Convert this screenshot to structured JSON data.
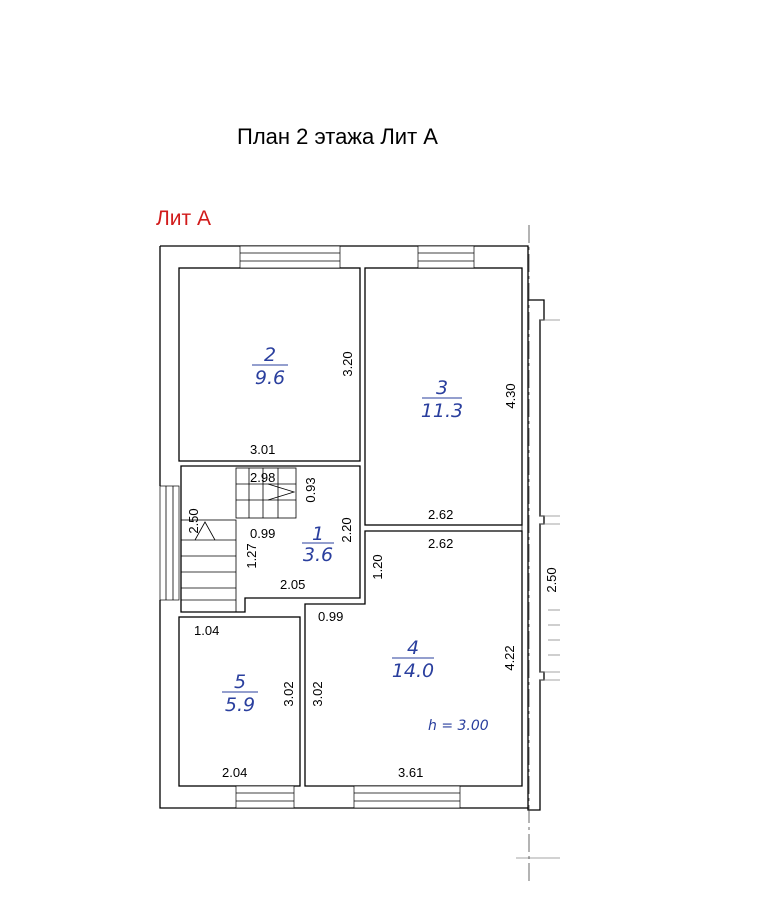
{
  "title": "План 2 этажа Лит А",
  "lit_label": "Лит А",
  "height_note": "h = 3.00",
  "rooms": [
    {
      "number": "2",
      "area": "9.6"
    },
    {
      "number": "3",
      "area": "11.3"
    },
    {
      "number": "1",
      "area": "3.6"
    },
    {
      "number": "4",
      "area": "14.0"
    },
    {
      "number": "5",
      "area": "5.9"
    }
  ],
  "dimensions": {
    "room2_height": "3.20",
    "room2_width": "3.01",
    "room3_height": "4.30",
    "room3_width": "2.62",
    "stair_upper_width": "2.98",
    "stair_upper_depth": "0.93",
    "stair_left_length": "2.50",
    "landing_width": "0.99",
    "room1_height": "2.20",
    "stair_lower_length": "1.27",
    "room1_width": "2.05",
    "room4_notch_height": "1.20",
    "room4_top_width": "2.62",
    "room4_notch_width": "0.99",
    "room4_height": "4.22",
    "room4_left_height": "3.02",
    "room4_width": "3.61",
    "room5_top_width": "1.04",
    "room5_height": "3.02",
    "room5_width": "2.04",
    "neighbor_dim": "2.50"
  }
}
